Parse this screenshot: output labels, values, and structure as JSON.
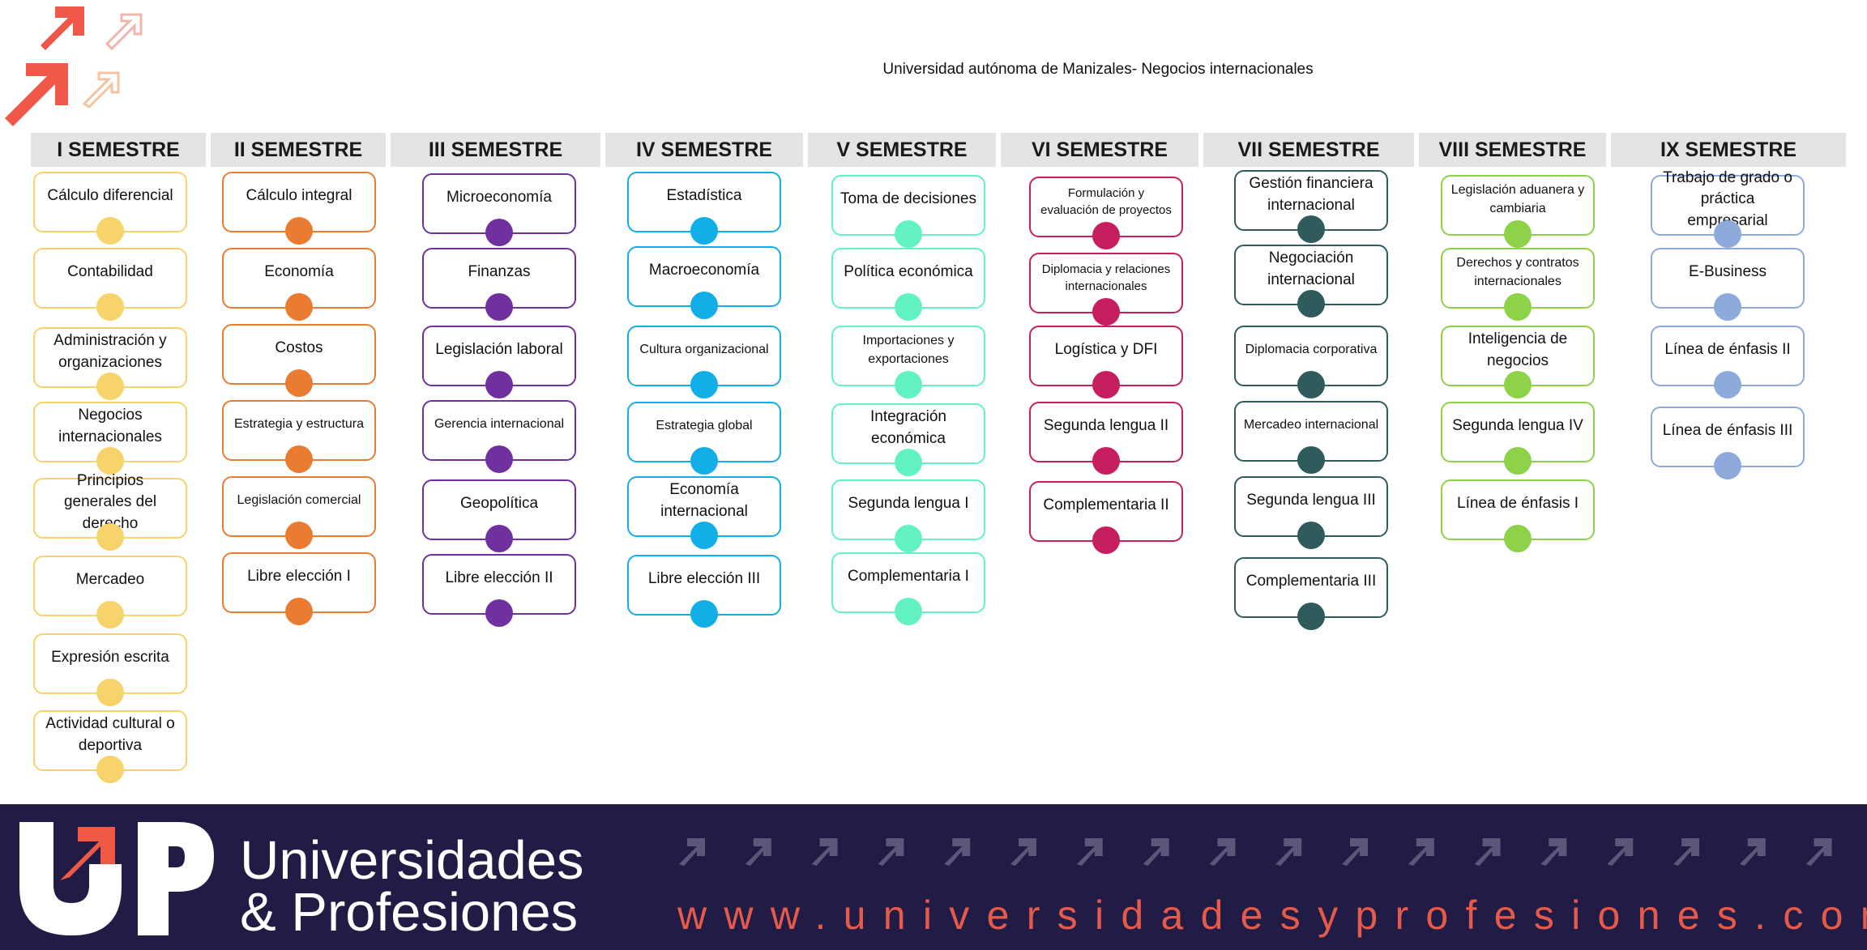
{
  "title": "Universidad autónoma de Manizales- Negocios internacionales",
  "semesters": [
    {
      "name": "I SEMESTRE",
      "color": "#f7d36b",
      "courses": [
        "Cálculo diferencial",
        "Contabilidad",
        "Administración y organizaciones",
        "Negocios internacionales",
        "Principios generales del derecho",
        "Mercadeo",
        "Expresión escrita",
        "Actividad cultural o deportiva"
      ]
    },
    {
      "name": "II SEMESTRE",
      "color": "#ea7c31",
      "courses": [
        "Cálculo integral",
        "Economía",
        "Costos",
        "Estrategia y estructura",
        "Legislación comercial",
        "Libre elección I"
      ]
    },
    {
      "name": "III SEMESTRE",
      "color": "#7030a0",
      "courses": [
        "Microeconomía",
        "Finanzas",
        "Legislación laboral",
        "Gerencia internacional",
        "Geopolítica",
        "Libre elección II"
      ]
    },
    {
      "name": "IV SEMESTRE",
      "color": "#12aee8",
      "courses": [
        "Estadística",
        "Macroeconomía",
        "Cultura organizacional",
        "Estrategia global",
        "Economía internacional",
        "Libre elección III"
      ]
    },
    {
      "name": "V SEMESTRE",
      "color": "#63f2c4",
      "courses": [
        "Toma de decisiones",
        "Política económica",
        "Importaciones y exportaciones",
        "Integración económica",
        "Segunda lengua I",
        "Complementaria I"
      ]
    },
    {
      "name": "VI SEMESTRE",
      "color": "#c71e5f",
      "courses": [
        "Formulación y evaluación de proyectos",
        "Diplomacia y relaciones internacionales",
        "Logística y DFI",
        "Segunda lengua II",
        "Complementaria II"
      ]
    },
    {
      "name": "VII SEMESTRE",
      "color": "#2f5b5d",
      "courses": [
        "Gestión financiera internacional",
        "Negociación internacional",
        "Diplomacia corporativa",
        "Mercadeo internacional",
        "Segunda lengua III",
        "Complementaria III"
      ]
    },
    {
      "name": "VIII SEMESTRE",
      "color": "#8ed24a",
      "courses": [
        "Legislación aduanera y cambiaria",
        "Derechos y contratos internacionales",
        "Inteligencia de negocios",
        "Segunda lengua IV",
        "Línea de énfasis I"
      ]
    },
    {
      "name": "IX SEMESTRE",
      "color": "#8ea9db",
      "courses": [
        "Trabajo de grado o práctica empresarial",
        "E-Business",
        "Línea de énfasis II",
        "Línea de énfasis III"
      ]
    }
  ],
  "footer": {
    "brand_line1": "Universidades",
    "brand_line2": "& Profesiones",
    "website": "www.universidadesyprofesiones.com",
    "accent_color": "#ef5a45",
    "background_color": "#201c45"
  }
}
